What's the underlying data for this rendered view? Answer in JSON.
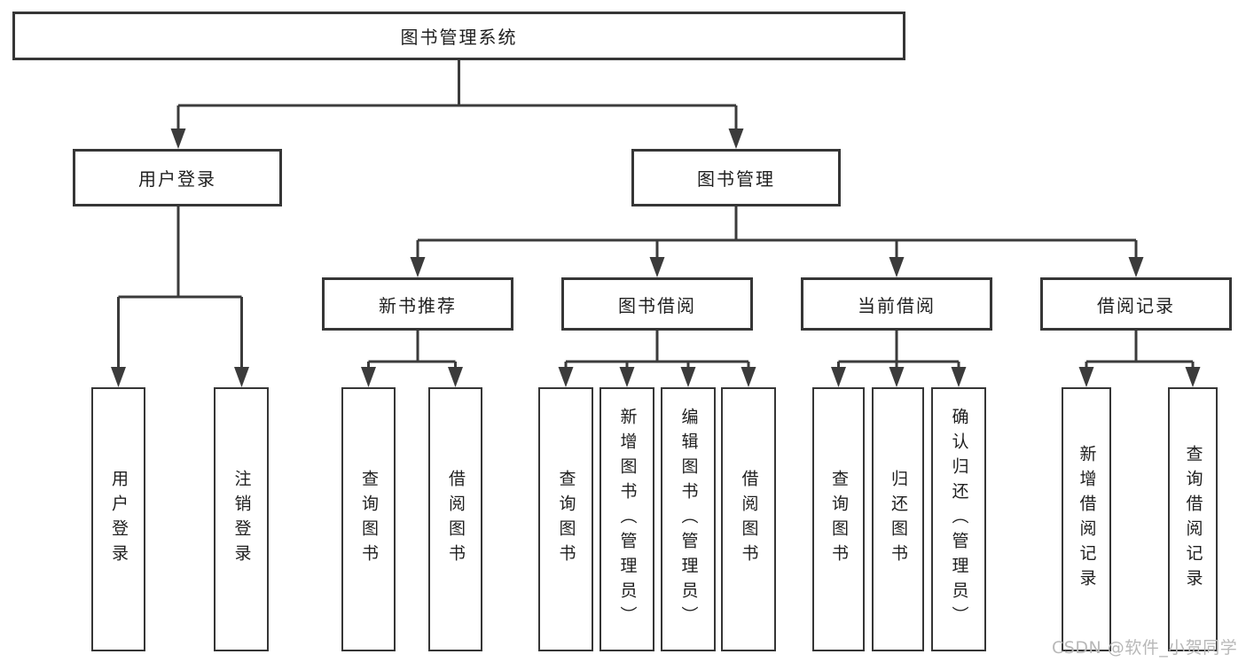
{
  "tree": {
    "label": "图书管理系统",
    "children": [
      {
        "label": "用户登录",
        "children": [
          {
            "label": "用户登录"
          },
          {
            "label": "注销登录"
          }
        ]
      },
      {
        "label": "图书管理",
        "children": [
          {
            "label": "新书推荐",
            "children": [
              {
                "label": "查询图书"
              },
              {
                "label": "借阅图书"
              }
            ]
          },
          {
            "label": "图书借阅",
            "children": [
              {
                "label": "查询图书"
              },
              {
                "label": "新增图书（管理员）"
              },
              {
                "label": "编辑图书（管理员）"
              },
              {
                "label": "借阅图书"
              }
            ]
          },
          {
            "label": "当前借阅",
            "children": [
              {
                "label": "查询图书"
              },
              {
                "label": "归还图书"
              },
              {
                "label": "确认归还（管理员）"
              }
            ]
          },
          {
            "label": "借阅记录",
            "children": [
              {
                "label": "新增借阅记录"
              },
              {
                "label": "查询借阅记录"
              }
            ]
          }
        ]
      }
    ]
  },
  "watermark": {
    "text": "CSDN @软件_小贺同学"
  },
  "colors": {
    "line": "#3b3b3b",
    "box_border": "#363636",
    "text": "#1f1f1f",
    "watermark": "#b8b8b8",
    "background": "#ffffff"
  }
}
